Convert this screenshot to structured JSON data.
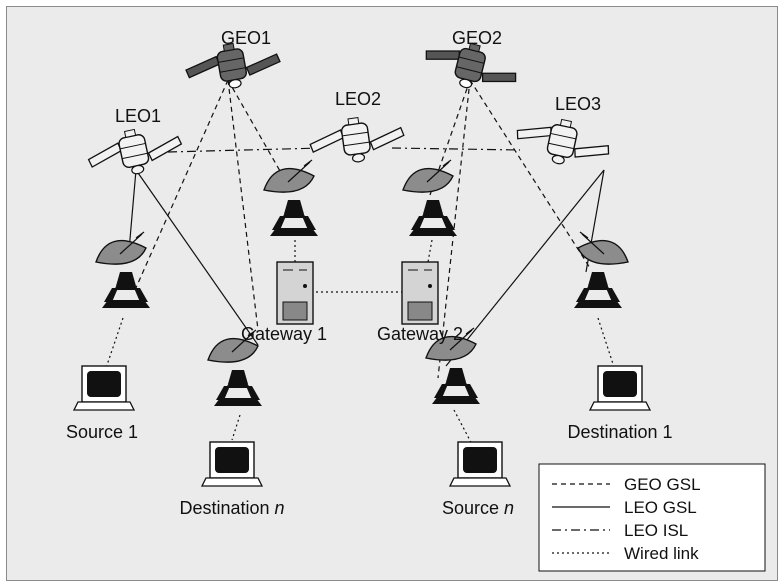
{
  "satellites": {
    "geo1": "GEO1",
    "geo2": "GEO2",
    "leo1": "LEO1",
    "leo2": "LEO2",
    "leo3": "LEO3"
  },
  "gateways": {
    "g1": "Gateway 1",
    "g2": "Gateway 2"
  },
  "terminals": {
    "source1": "Source 1",
    "destination1": "Destination 1",
    "destination_n_prefix": "Destination ",
    "source_n_prefix": "Source ",
    "n": "n"
  },
  "legend": [
    {
      "label": "GEO GSL",
      "style": "dashed"
    },
    {
      "label": "LEO GSL",
      "style": "solid"
    },
    {
      "label": "LEO ISL",
      "style": "dash-dot"
    },
    {
      "label": "Wired link",
      "style": "dotted"
    }
  ]
}
